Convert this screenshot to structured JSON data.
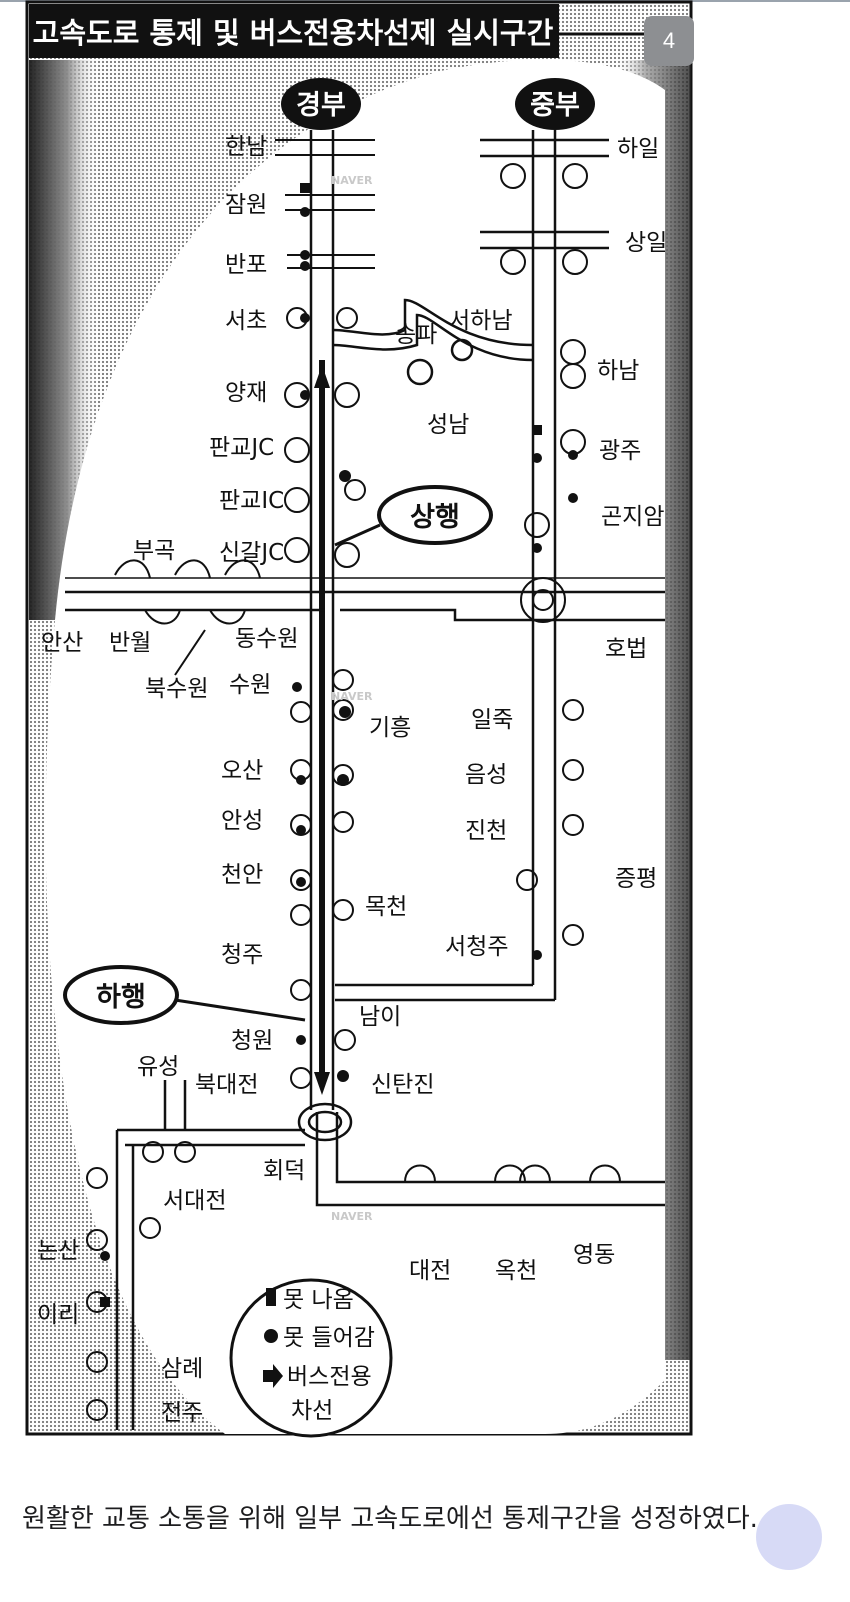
{
  "page_badge": "4",
  "map": {
    "title": "고속도로 통제 및 버스전용차선제 실시구간",
    "watermark": "NAVER",
    "routes": {
      "gyeongbu": "경부",
      "jungbu": "중부"
    },
    "direction_labels": {
      "up": "상행",
      "down": "하행"
    },
    "places": {
      "hannam": "한남",
      "jamwon": "잠원",
      "banpo": "반포",
      "seocho": "서초",
      "yangjae": "양재",
      "pangyo_jc": "판교JC",
      "pangyo_ic": "판교IC",
      "singal_jc": "신갈JC",
      "songpa": "송파",
      "seohanam": "서하남",
      "seongnam": "성남",
      "hail": "하일",
      "sangil": "상일",
      "hanam": "하남",
      "gwangju": "광주",
      "gonjiam": "곤지암",
      "hobeop": "호법",
      "bugok": "부곡",
      "ansan": "안산",
      "banwol": "반월",
      "bugsuwon": "북수원",
      "dongsuwon": "동수원",
      "suwon": "수원",
      "giheung": "기흥",
      "osan": "오산",
      "anseong": "안성",
      "cheonan": "천안",
      "mokcheon": "목천",
      "cheongju": "청주",
      "nami": "남이",
      "cheongwon": "청원",
      "sintanjin": "신탄진",
      "iljuk": "일죽",
      "eumseong": "음성",
      "jincheon": "진천",
      "jeungpyeong": "증평",
      "seocheongju": "서청주",
      "yuseong": "유성",
      "bukdaejeon": "북대전",
      "hoedeok": "회덕",
      "seodaejeon": "서대전",
      "nonsan": "논산",
      "iri": "이리",
      "samrye": "삼례",
      "jeonju": "전주",
      "daejeon": "대전",
      "okcheon": "옥천",
      "yeongdong": "영동"
    },
    "legend": {
      "no_exit": "못 나옴",
      "no_entry": "못 들어감",
      "bus_lane_line1": "버스전용",
      "bus_lane_line2": "차선"
    }
  },
  "caption": "원활한 교통 소통을 위해 일부 고속도로에선 통제구간을 성정하였다."
}
